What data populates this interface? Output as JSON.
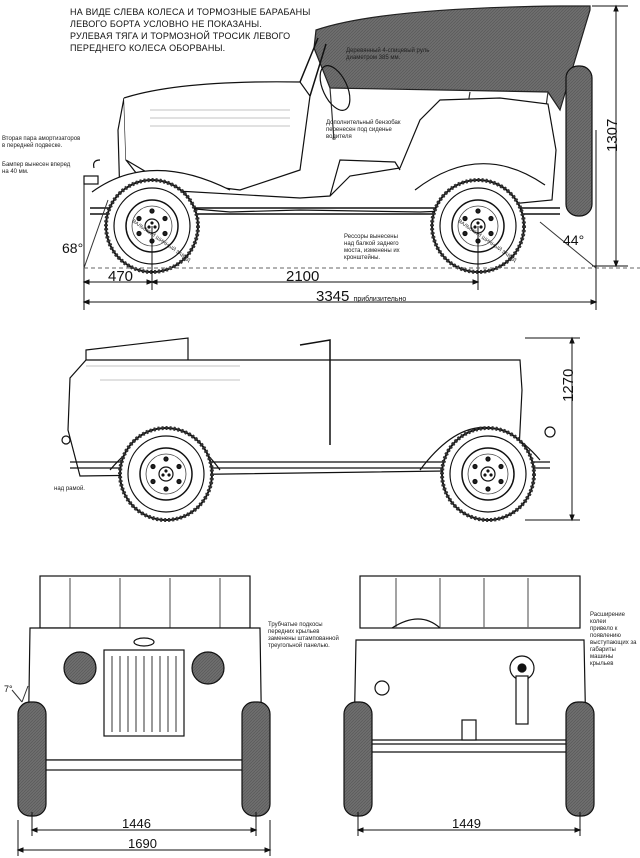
{
  "header_note": [
    "НА ВИДЕ СЛЕВА КОЛЕСА И ТОРМОЗНЫЕ БАРАБАНЫ",
    "ЛЕВОГО БОРТА УСЛОВНО НЕ ПОКАЗАНЫ.",
    "РУЛЕВАЯ ТЯГА И ТОРМОЗНОЙ ТРОСИК ЛЕВОГО",
    "ПЕРЕДНЕГО КОЛЕСА ОБОРВАНЫ."
  ],
  "side_view": {
    "notes": {
      "shock_absorbers": [
        "Вторая пара амортизаторов",
        "в передней подвеске."
      ],
      "bumper": [
        "Бампер вынесен вперед",
        "на 40 мм."
      ],
      "steering_wheel": [
        "Деревянный 4-спицевый руль",
        "диаметром 385 мм."
      ],
      "fuel_tank": [
        "Дополнительный бензобак",
        "перенесен под сиденье",
        "водителя"
      ],
      "springs": [
        "Рессоры вынесены",
        "над балкой заднего",
        "моста, изменены их",
        "кронштейны."
      ]
    },
    "dimensions": {
      "front_overhang": "470",
      "wheelbase": "2100",
      "overall_length": "3345",
      "overall_length_suffix": "приблизительно",
      "height": "1307"
    },
    "angles": {
      "approach": "68°",
      "departure": "44°"
    },
    "tire_text": "ВАЛЬСКИЙ ШИННЫЙ ЗАВОД"
  },
  "top_view": {
    "notes": {
      "frame": "над рамой."
    },
    "dimensions": {
      "height": "1270"
    }
  },
  "front_view": {
    "notes": {
      "struts": [
        "Трубчатые подкосы",
        "передних крыльев",
        "заменены штампованной",
        "треугольной панелью."
      ]
    },
    "dimensions": {
      "track": "1446",
      "overall_width": "1690"
    },
    "angle": "7°"
  },
  "rear_view": {
    "notes": {
      "track_widening": [
        "Расширение колеи",
        "привело к появлению",
        "выступающих за",
        "габариты машины",
        "крыльев"
      ]
    },
    "dimensions": {
      "track": "1449"
    }
  }
}
